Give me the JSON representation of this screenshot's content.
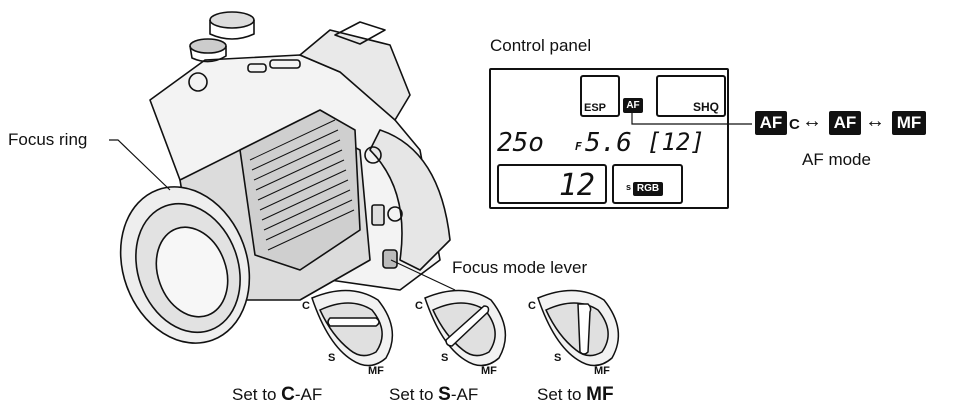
{
  "labels": {
    "control_panel": "Control panel",
    "focus_ring": "Focus ring",
    "focus_mode_lever": "Focus mode lever",
    "af_mode": "AF mode"
  },
  "panel": {
    "esp": "ESP",
    "af": "AF",
    "shq": "SHQ",
    "shutter": "25o",
    "aperture_prefix": "F",
    "aperture": "5.6",
    "bracket_count": "[12]",
    "frames": "12",
    "color_space_prefix": "s",
    "color_space": "RGB"
  },
  "af_modes": {
    "caf_tag": "AF",
    "caf_sub": "C",
    "saf_tag": "AF",
    "mf_tag": "MF",
    "arrow": "↔"
  },
  "lever": {
    "c": "C",
    "s": "S",
    "mf": "MF"
  },
  "steps": [
    {
      "prefix": "Set to ",
      "mode": "C",
      "suffix": "-AF"
    },
    {
      "prefix": "Set to ",
      "mode": "S",
      "suffix": "-AF"
    },
    {
      "prefix": "Set to ",
      "mode": "MF",
      "suffix": ""
    }
  ]
}
